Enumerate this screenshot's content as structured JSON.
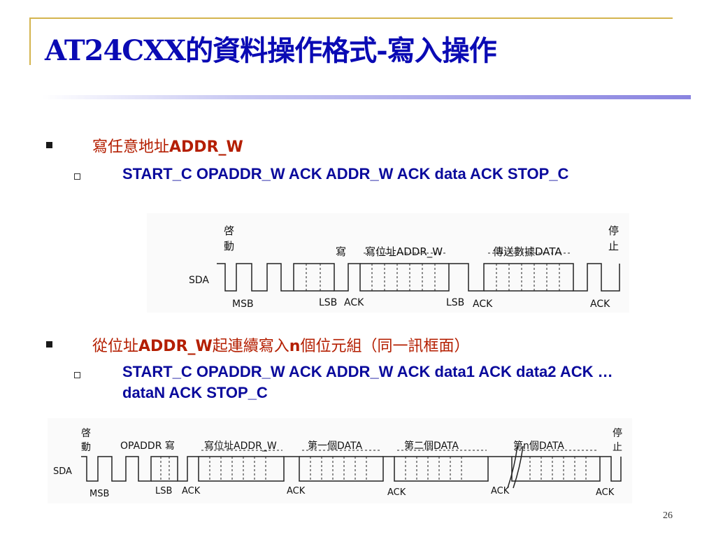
{
  "slide": {
    "title": "AT24CXX的資料操作格式-寫入操作",
    "page_number": "26"
  },
  "section1": {
    "heading_cjk": "寫任意地址",
    "heading_latin": "ADDR_W",
    "sub": "START_C OPADDR_W ACK ADDR_W ACK data ACK STOP_C",
    "diagram": {
      "start_label": "啓\n動",
      "write_label": "寫",
      "addr_label": "寫位址ADDR_W",
      "data_label": "傳送數據DATA",
      "stop_label": "停\n止",
      "sda": "SDA",
      "msb": "MSB",
      "lsb1": "LSB",
      "ack1": "ACK",
      "lsb2": "LSB",
      "ack2": "ACK",
      "ack3": "ACK"
    }
  },
  "section2": {
    "heading_cjk1": "從位址",
    "heading_latin1": "ADDR_W",
    "heading_cjk2": "起連續寫入",
    "heading_latin2": "n",
    "heading_cjk3": "個位元組（同一訊框面）",
    "sub": "START_C OPADDR_W ACK ADDR_W ACK data1 ACK data2 ACK … dataN ACK STOP_C",
    "diagram": {
      "start_label": "啓\n動",
      "opaddr_label": "OPADDR 寫",
      "addr_label": "寫位址ADDR_W",
      "data1_label": "第一個DATA",
      "data2_label": "第二個DATA",
      "datan_label": "第n個DATA",
      "stop_label": "停\n止",
      "sda": "SDA",
      "msb": "MSB",
      "lsb": "LSB",
      "ack1": "ACK",
      "ack2": "ACK",
      "ack3": "ACK",
      "ack4": "ACK",
      "ack5": "ACK"
    }
  },
  "colors": {
    "title": "#0a0ab4",
    "heading": "#b41e00",
    "sub": "#0a0a9c",
    "frame": "#d4b44e"
  }
}
